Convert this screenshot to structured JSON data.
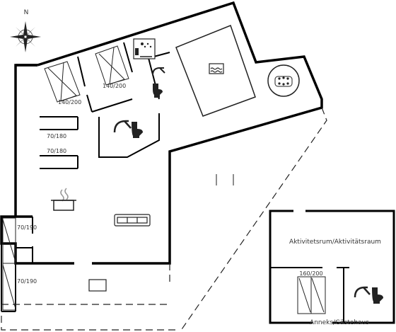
{
  "compass": {
    "north_label": "N"
  },
  "beds": {
    "double_left": "140/200",
    "double_right": "140/200",
    "single_upper": "70/180",
    "single_lower": "70/180",
    "bunk_top": "70/190",
    "bunk_bottom": "70/190",
    "annex_bed": "160/200"
  },
  "annex": {
    "activity_room": "Aktivitetsrum/Aktivitätsraum",
    "caption": "Anneks/Gästehaus"
  },
  "colors": {
    "wall": "#000000",
    "line": "#444444",
    "text": "#333333"
  },
  "icons": [
    "compass-icon",
    "sauna-icon",
    "shower-icon",
    "toilet-icon",
    "pool-icon",
    "whirlpool-icon",
    "cooking-pot-icon",
    "sofa-icon"
  ]
}
